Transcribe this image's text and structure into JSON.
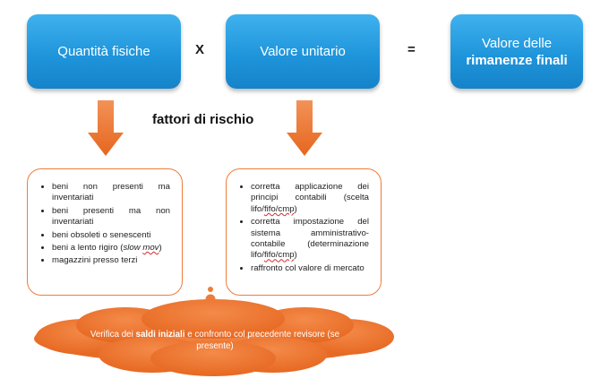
{
  "formula": {
    "box1": "Quantità fisiche",
    "operator1": "X",
    "box2": "Valore unitario",
    "operator2": "=",
    "result_line1": "Valore delle",
    "result_line2": "rimanenze finali"
  },
  "risk_heading": "fattori di rischio",
  "left_risks": [
    {
      "text": "beni non presenti ma inventariati"
    },
    {
      "text": "beni presenti ma non inventariati"
    },
    {
      "text": "beni obsoleti o senescenti"
    },
    {
      "text_before": "beni a lento rigiro (",
      "italic": "slow",
      "space": " ",
      "squiggle": "mov",
      "text_after": ")"
    },
    {
      "text": "magazzini presso terzi"
    }
  ],
  "right_risks": [
    {
      "before": "corretta applicazione dei principi contabili (scelta lifo/",
      "squiggle": "fifo/cmp",
      "after": ")"
    },
    {
      "before": "corretta impostazione del sistema amministrativo-contabile (determinazione lifo/",
      "squiggle": "fifo/cmp",
      "after": ")"
    },
    {
      "before": "raffronto col valore di mercato",
      "squiggle": "",
      "after": ""
    }
  ],
  "cloud": {
    "before": "Verifica dei ",
    "bold": "saldi iniziali",
    "after": " e confronto col precedente revisore (se presente)"
  },
  "colors": {
    "box_blue": "#1f95db",
    "arrow_orange": "#ee7d3a",
    "cloud_orange": "#ee7d3a"
  }
}
